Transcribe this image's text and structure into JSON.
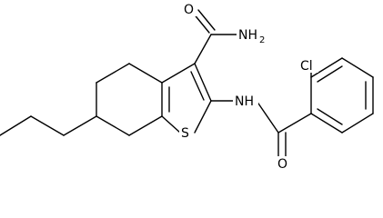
{
  "molecule": {
    "atoms": {
      "amide_oxygen": "O",
      "amide_nitrogen": "NH",
      "amide_n_subscript": "2",
      "thiophene_sulfur": "S",
      "linker_nh": "NH",
      "benzoyl_oxygen": "O",
      "chlorine": "Cl"
    },
    "colors": {
      "bond": "#000000",
      "label": "#000000",
      "background": "#ffffff"
    }
  }
}
